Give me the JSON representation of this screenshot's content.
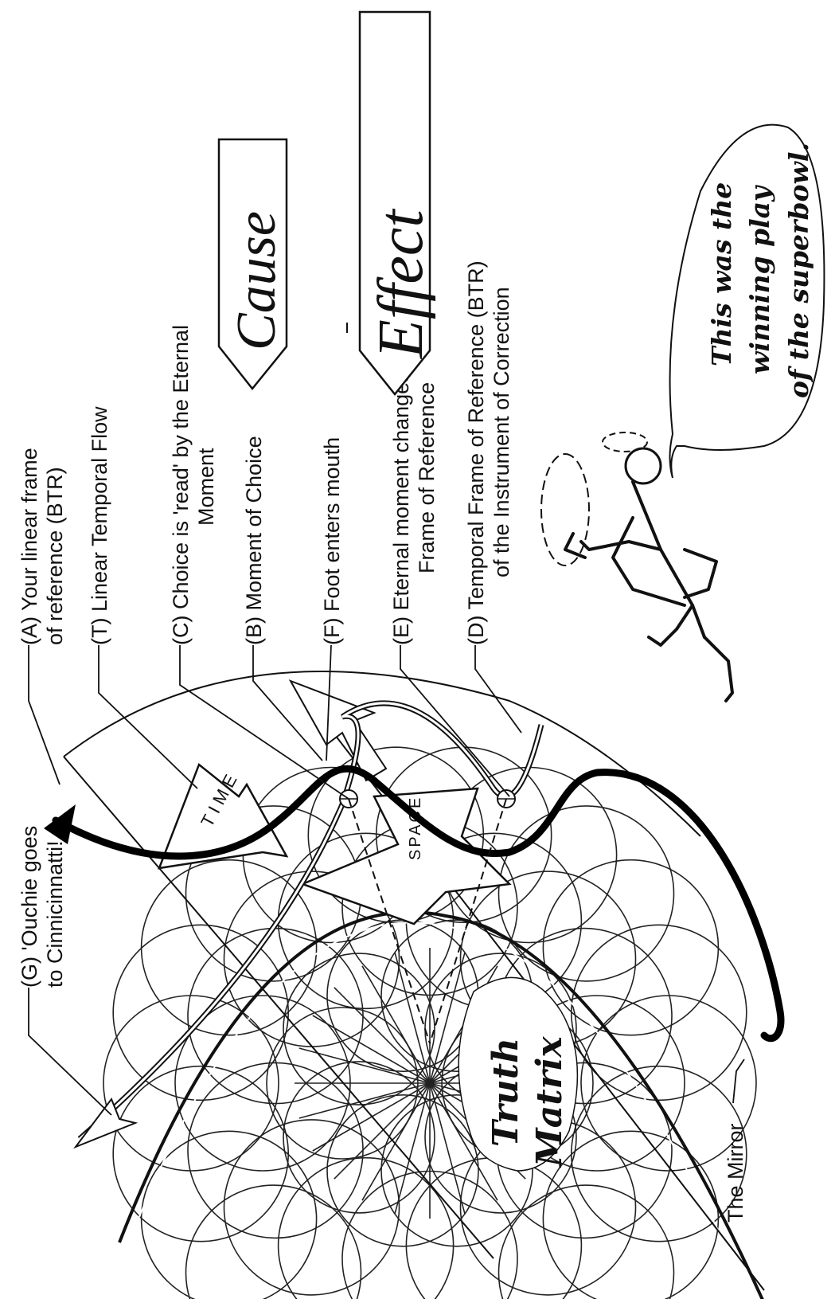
{
  "labels": {
    "a_line1": "(A) Your linear frame",
    "a_line2": "of reference (BTR)",
    "t_line1": "(T) Linear Temporal Flow",
    "c_line1": "(C) Choice is 'read' by the Eternal",
    "c_line2": "Moment",
    "b_line1": "(B) Moment of Choice",
    "f_line1": "(F) Foot enters mouth",
    "e_line1": "(E) Eternal moment changes this",
    "e_line2": "Frame of Reference",
    "d_line1": "(D) Temporal Frame of Reference (BTR)",
    "d_line2": "of the Instrument of Correction",
    "g_line1": "(G) 'Ouchie goes",
    "g_line2": "to Cinnicinnatti!",
    "mirror": "The Mirror"
  },
  "banners": {
    "cause": "Cause",
    "effect": "Effect"
  },
  "arrows": {
    "time": "TIME",
    "space": "SPACE"
  },
  "matrix": {
    "line1": "Truth",
    "line2": "Matrix"
  },
  "speech": {
    "line1": "This was the",
    "line2": "winning play",
    "line3": "of the superbowl."
  }
}
